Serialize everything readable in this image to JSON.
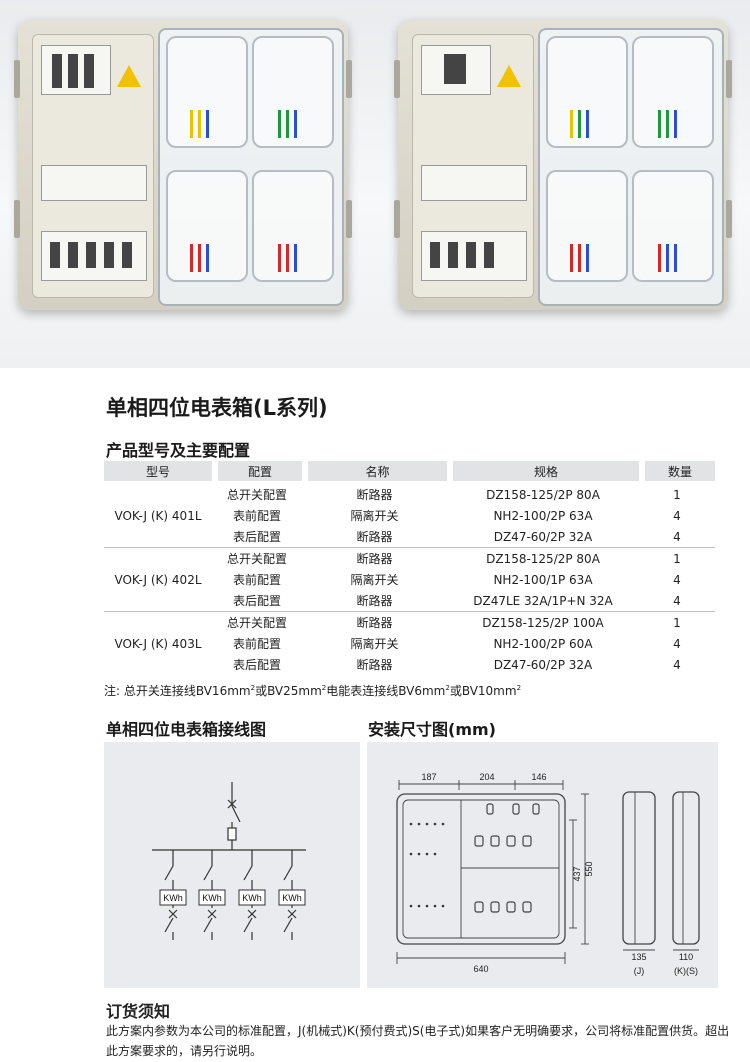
{
  "title": "单相四位电表箱(L系列)",
  "subtitle": "产品型号及主要配置",
  "table": {
    "headers": [
      "型号",
      "配置",
      "名称",
      "规格",
      "数量"
    ],
    "groups": [
      {
        "model": "VOK-J (K) 401L",
        "rows": [
          {
            "config": "总开关配置",
            "name": "断路器",
            "spec": "DZ158-125/2P  80A",
            "qty": "1"
          },
          {
            "config": "表前配置",
            "name": "隔离开关",
            "spec": "NH2-100/2P  63A",
            "qty": "4"
          },
          {
            "config": "表后配置",
            "name": "断路器",
            "spec": "DZ47-60/2P  32A",
            "qty": "4"
          }
        ]
      },
      {
        "model": "VOK-J (K) 402L",
        "rows": [
          {
            "config": "总开关配置",
            "name": "断路器",
            "spec": "DZ158-125/2P  80A",
            "qty": "1"
          },
          {
            "config": "表前配置",
            "name": "隔离开关",
            "spec": "NH2-100/1P  63A",
            "qty": "4"
          },
          {
            "config": "表后配置",
            "name": "断路器",
            "spec": "DZ47LE  32A/1P+N 32A",
            "qty": "4"
          }
        ]
      },
      {
        "model": "VOK-J (K) 403L",
        "rows": [
          {
            "config": "总开关配置",
            "name": "断路器",
            "spec": "DZ158-125/2P  100A",
            "qty": "1"
          },
          {
            "config": "表前配置",
            "name": "隔离开关",
            "spec": "NH2-100/2P  60A",
            "qty": "4"
          },
          {
            "config": "表后配置",
            "name": "断路器",
            "spec": "DZ47-60/2P  32A",
            "qty": "4"
          }
        ]
      }
    ]
  },
  "note": {
    "prefix": "注: 总开关连接线BV16mm",
    "p2": "或BV25mm",
    "p3": "电能表连接线BV6mm",
    "p4": "或BV10mm",
    "sup": "2"
  },
  "wiring": {
    "title": "单相四位电表箱接线图",
    "meter_label": "KWh"
  },
  "dimensions": {
    "title": "安装尺寸图(mm)",
    "top": [
      "187",
      "204",
      "146"
    ],
    "width": "640",
    "inner_height": "437",
    "height": "550",
    "depth_j": "135",
    "depth_k": "110",
    "label_j": "(J)",
    "label_k": "(K)(S)"
  },
  "order": {
    "title": "订货须知",
    "text": "此方案内参数为本公司的标准配置，J(机械式)K(预付费式)S(电子式)如果客户无明确要求，公司将标准配置供货。超出此方案要求的，请另行说明。"
  },
  "colors": {
    "header_bg": "#e2e3e5",
    "panel_bg": "#e9ebee",
    "wire_yellow": "#e8c400",
    "wire_green": "#1e9a3c",
    "wire_red": "#d62828",
    "wire_blue": "#2a4fd6"
  }
}
